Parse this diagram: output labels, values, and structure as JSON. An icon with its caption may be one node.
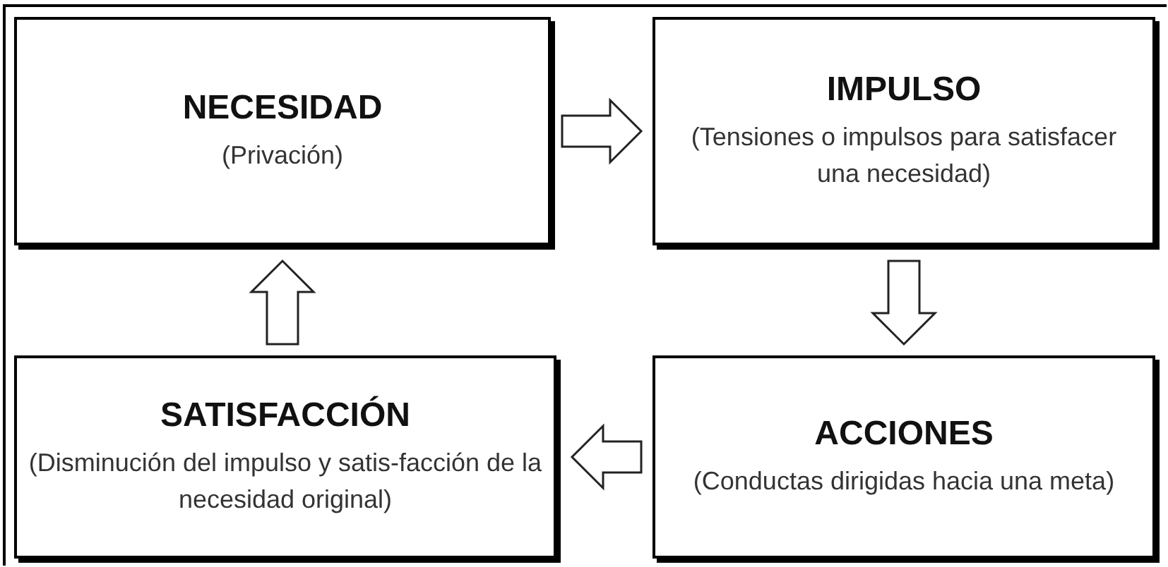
{
  "diagram": {
    "nodes": [
      {
        "text": [
          "NECESIDAD",
          "(Privación)"
        ]
      },
      {
        "text": [
          "IMPULSO",
          "(Tensiones o impulsos para satisfacer una necesidad)"
        ]
      },
      {
        "text": [
          "SATISFACCIÓN",
          "(Disminución del impulso y satis-facción de la necesidad original)"
        ]
      },
      {
        "text": [
          "ACCIONES",
          "(Conductas dirigidas hacia una meta)"
        ]
      }
    ],
    "edges": [
      {
        "from": 0,
        "to": 1,
        "arrow": "to"
      },
      {
        "from": 1,
        "to": 3,
        "arrow": "to"
      },
      {
        "from": 3,
        "to": 2,
        "arrow": "to"
      },
      {
        "from": 2,
        "to": 0,
        "arrow": "to"
      }
    ]
  }
}
